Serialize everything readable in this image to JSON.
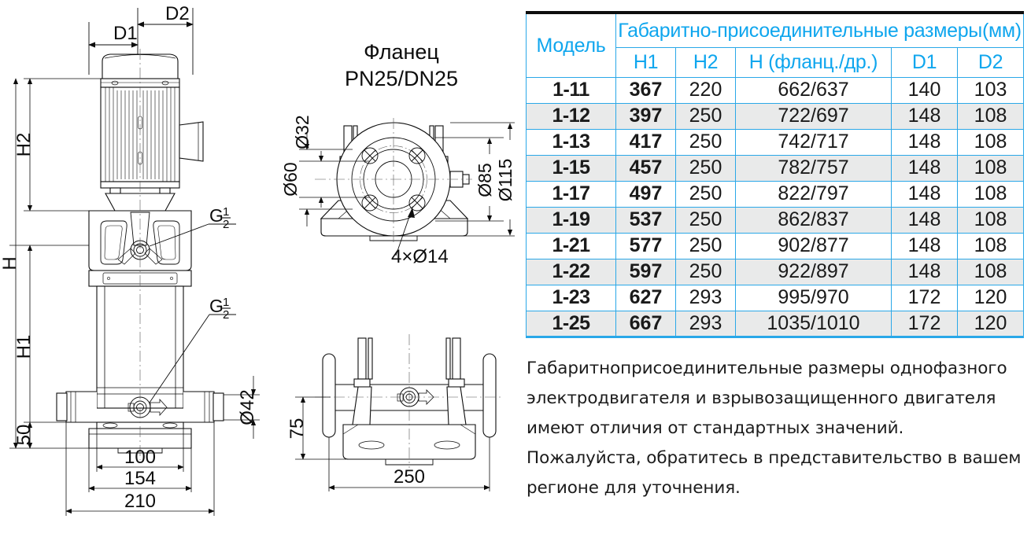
{
  "table": {
    "model_header": "Модель",
    "group_header": "Габаритно-присоединительные размеры(мм)",
    "sub_headers": [
      "H1",
      "H2",
      "H (фланц./др.)",
      "D1",
      "D2"
    ],
    "rows": [
      {
        "model": "1-11",
        "h1": "367",
        "h2": "220",
        "h": "662/637",
        "d1": "140",
        "d2": "103"
      },
      {
        "model": "1-12",
        "h1": "397",
        "h2": "250",
        "h": "722/697",
        "d1": "148",
        "d2": "108"
      },
      {
        "model": "1-13",
        "h1": "417",
        "h2": "250",
        "h": "742/717",
        "d1": "148",
        "d2": "108"
      },
      {
        "model": "1-15",
        "h1": "457",
        "h2": "250",
        "h": "782/757",
        "d1": "148",
        "d2": "108"
      },
      {
        "model": "1-17",
        "h1": "497",
        "h2": "250",
        "h": "822/797",
        "d1": "148",
        "d2": "108"
      },
      {
        "model": "1-19",
        "h1": "537",
        "h2": "250",
        "h": "862/837",
        "d1": "148",
        "d2": "108"
      },
      {
        "model": "1-21",
        "h1": "577",
        "h2": "250",
        "h": "902/877",
        "d1": "148",
        "d2": "108"
      },
      {
        "model": "1-22",
        "h1": "597",
        "h2": "250",
        "h": "922/897",
        "d1": "148",
        "d2": "108"
      },
      {
        "model": "1-23",
        "h1": "627",
        "h2": "293",
        "h": "995/970",
        "d1": "172",
        "d2": "120"
      },
      {
        "model": "1-25",
        "h1": "667",
        "h2": "293",
        "h": "1035/1010",
        "d1": "172",
        "d2": "120"
      }
    ],
    "accent_color": "#0fa6ee",
    "alt_row_color": "#e9eaea"
  },
  "note": "Габаритноприсоединительные размеры однофазного электродвигателя и взрывозащищенного двигателя имеют отличия от стандартных значений. Пожалуйста, обратитесь в представительство в  вашем регионе  для уточнения.",
  "drawings": {
    "flange_title_line1": "Фланец",
    "flange_title_line2": "PN25/DN25",
    "front_view": {
      "top_dims": [
        "D1",
        "D2"
      ],
      "left_dims": [
        "H2",
        "H",
        "H1",
        "50"
      ],
      "right_dims": [
        "Ø42"
      ],
      "bottom_dims": [
        "100",
        "154",
        "210"
      ],
      "callouts": [
        "G½",
        "G½"
      ]
    },
    "flange_view": {
      "dims": [
        "Ø32",
        "Ø60",
        "Ø85",
        "Ø115"
      ],
      "hole_note": "4×Ø14"
    },
    "bottom_view": {
      "left_dim": "75",
      "bottom_dim": "250"
    }
  }
}
